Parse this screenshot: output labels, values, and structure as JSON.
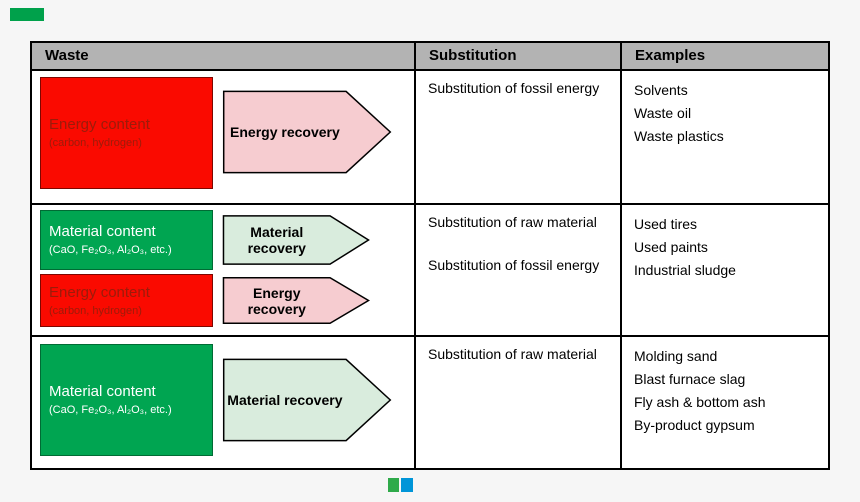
{
  "watermarks": {
    "top_left_color": "#00a14b",
    "bottom_green_color": "#2faa4a",
    "bottom_blue_color": "#0095d8"
  },
  "colors": {
    "page_bg": "#f6f6f6",
    "table_bg": "#ffffff",
    "header_bg": "#b3b3b3",
    "border": "#000000",
    "energy_box_fill": "#fa0a00",
    "energy_box_text": "#9b1c0a",
    "material_box_fill": "#00a551",
    "material_box_text": "#ffffff",
    "energy_arrow_fill": "#f6ccd0",
    "material_arrow_fill": "#d9ecdd",
    "arrow_text": "#000000"
  },
  "table": {
    "header": {
      "waste": "Waste",
      "substitution": "Substitution",
      "examples": "Examples"
    },
    "rows": [
      {
        "waste": [
          {
            "kind": "energy",
            "title": "Energy content",
            "subtitle": "(carbon, hydrogen)",
            "arrow": "Energy recovery"
          }
        ],
        "substitution": [
          "Substitution of fossil energy"
        ],
        "examples": [
          "Solvents",
          "Waste oil",
          "Waste plastics"
        ]
      },
      {
        "waste": [
          {
            "kind": "material",
            "title": "Material content",
            "subtitle": "(CaO, Fe₂O₃, Al₂O₃, etc.)",
            "arrow": "Material recovery"
          },
          {
            "kind": "energy",
            "title": "Energy content",
            "subtitle": "(carbon, hydrogen)",
            "arrow": "Energy recovery"
          }
        ],
        "substitution": [
          "Substitution of raw material",
          "Substitution of fossil energy"
        ],
        "examples": [
          "Used tires",
          "Used paints",
          "Industrial sludge"
        ]
      },
      {
        "waste": [
          {
            "kind": "material",
            "title": "Material content",
            "subtitle": "(CaO, Fe₂O₃, Al₂O₃, etc.)",
            "arrow": "Material recovery"
          }
        ],
        "substitution": [
          "Substitution of raw material"
        ],
        "examples": [
          "Molding sand",
          "Blast furnace slag",
          "Fly ash & bottom ash",
          "By-product gypsum"
        ]
      }
    ]
  }
}
